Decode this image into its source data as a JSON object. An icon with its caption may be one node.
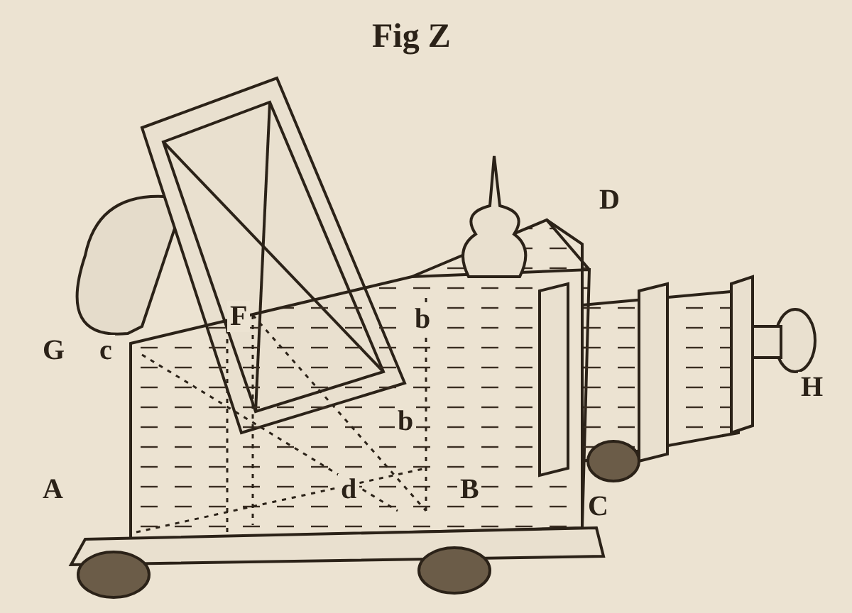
{
  "diagram": {
    "title": "Fig Z",
    "labels": [
      "D",
      "F",
      "b",
      "G",
      "c",
      "b",
      "A",
      "d",
      "B",
      "C",
      "H"
    ]
  }
}
